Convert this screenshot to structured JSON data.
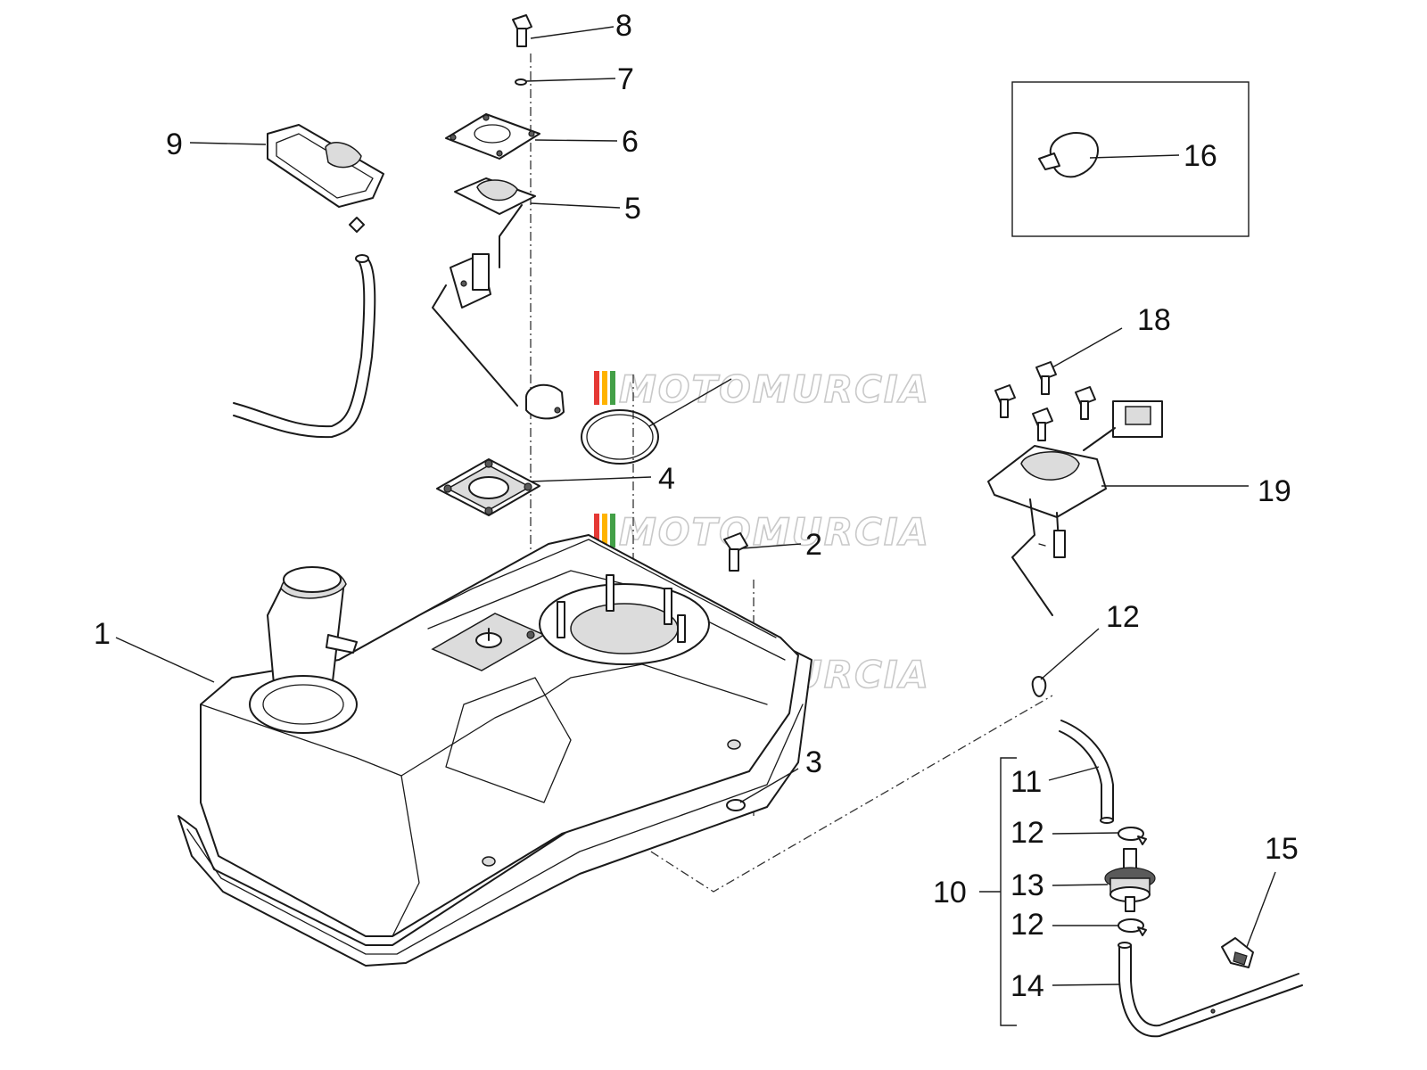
{
  "diagram": {
    "callouts": [
      "1",
      "2",
      "3",
      "4",
      "5",
      "6",
      "7",
      "8",
      "9",
      "10",
      "11",
      "12",
      "13",
      "14",
      "15",
      "16",
      "18",
      "19"
    ],
    "callout_12_repeats": [
      "12",
      "12",
      "12"
    ]
  },
  "watermark": {
    "text": "MOTOMURCIA",
    "colors": [
      "#e53935",
      "#ffb300",
      "#43a047"
    ]
  }
}
